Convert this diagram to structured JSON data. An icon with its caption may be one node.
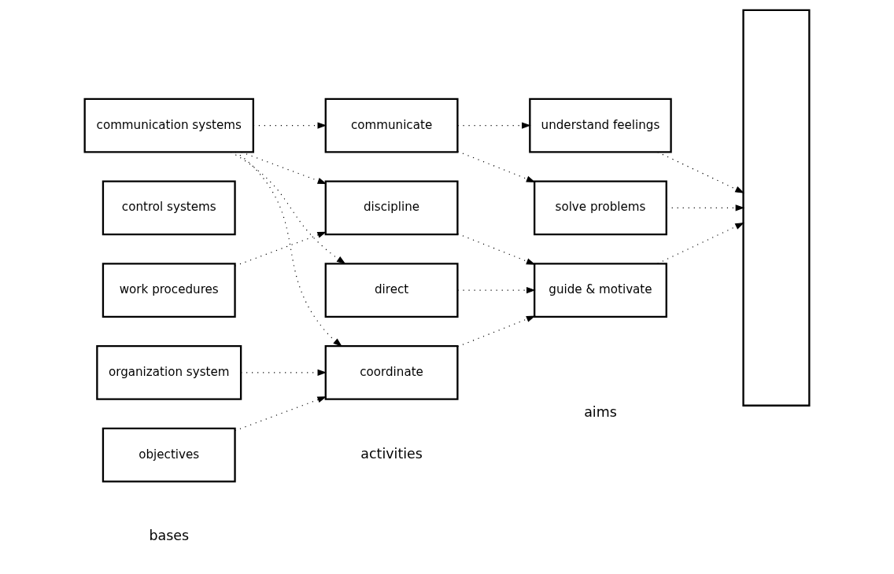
{
  "diagram": {
    "nodes": [
      {
        "text": [
          "objectives"
        ]
      },
      {
        "text": [
          "organization system"
        ]
      },
      {
        "text": [
          "work procedures"
        ]
      },
      {
        "text": [
          "control systems"
        ]
      },
      {
        "text": [
          "communication systems"
        ]
      },
      {
        "text": [
          "coordinate"
        ]
      },
      {
        "text": [
          "direct"
        ]
      },
      {
        "text": [
          "discipline"
        ]
      },
      {
        "text": [
          "communicate"
        ]
      },
      {
        "text": [
          "guide & motivate"
        ]
      },
      {
        "text": [
          "solve problems"
        ]
      },
      {
        "text": [
          "understand feelings"
        ]
      },
      {
        "text": [],
        "shape": "box"
      }
    ],
    "edges": [
      {
        "from": 0,
        "to": 5,
        "arrow": "to"
      },
      {
        "from": 1,
        "to": 5,
        "arrow": "to"
      },
      {
        "from": 4,
        "to": 5,
        "arrow": "to"
      },
      {
        "from": 4,
        "to": 6,
        "arrow": "to"
      },
      {
        "from": 2,
        "to": 7,
        "arrow": "to"
      },
      {
        "from": 4,
        "to": 7,
        "arrow": "to"
      },
      {
        "from": 4,
        "to": 8,
        "arrow": "to"
      },
      {
        "from": 5,
        "to": 9,
        "arrow": "to"
      },
      {
        "from": 6,
        "to": 9,
        "arrow": "to"
      },
      {
        "from": 7,
        "to": 9,
        "arrow": "to"
      },
      {
        "from": 8,
        "to": 10,
        "arrow": "to"
      },
      {
        "from": 8,
        "to": 11,
        "arrow": "to"
      },
      {
        "from": 9,
        "to": 12,
        "arrow": "to"
      },
      {
        "from": 10,
        "to": 12,
        "arrow": "to"
      },
      {
        "from": 11,
        "to": 12,
        "arrow": "to"
      }
    ],
    "labels": [
      "bases",
      "activities",
      "aims"
    ]
  }
}
